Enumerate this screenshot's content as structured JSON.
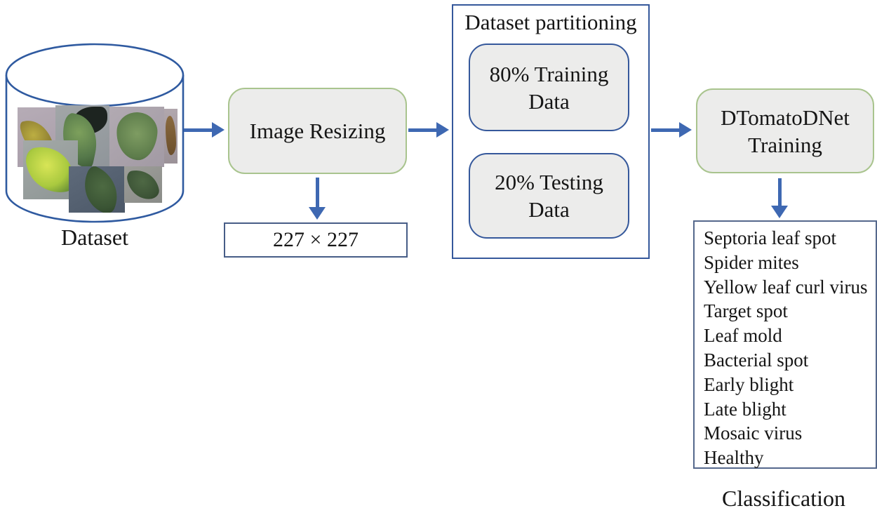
{
  "diagram": {
    "dataset": {
      "label": "Dataset"
    },
    "image_resizing": {
      "label": "Image Resizing"
    },
    "resize_dims": {
      "label": "227 × 227"
    },
    "partitioning": {
      "title": "Dataset partitioning",
      "training_line1": "80% Training",
      "training_line2": "Data",
      "testing_line1": "20% Testing",
      "testing_line2": "Data"
    },
    "training_box": {
      "line1": "DTomatoDNet",
      "line2": "Training"
    },
    "classes": {
      "items": [
        "Septoria leaf spot",
        "Spider mites",
        "Yellow leaf curl virus",
        "Target spot",
        "Leaf mold",
        "Bacterial spot",
        "Early blight",
        "Late blight",
        "Mosaic virus",
        "Healthy"
      ],
      "caption": "Classification"
    },
    "icons": {
      "dataset_cylinder": "database-cylinder-icon",
      "leaf_photos": "leaf-photo-collage"
    },
    "colors": {
      "arrow_blue": "#3e68b2",
      "border_blue": "#35589b",
      "border_slate": "#55688c",
      "border_green": "#a9c48e",
      "box_fill_gray": "#ececeb",
      "background": "#ffffff",
      "text": "#151515"
    }
  }
}
